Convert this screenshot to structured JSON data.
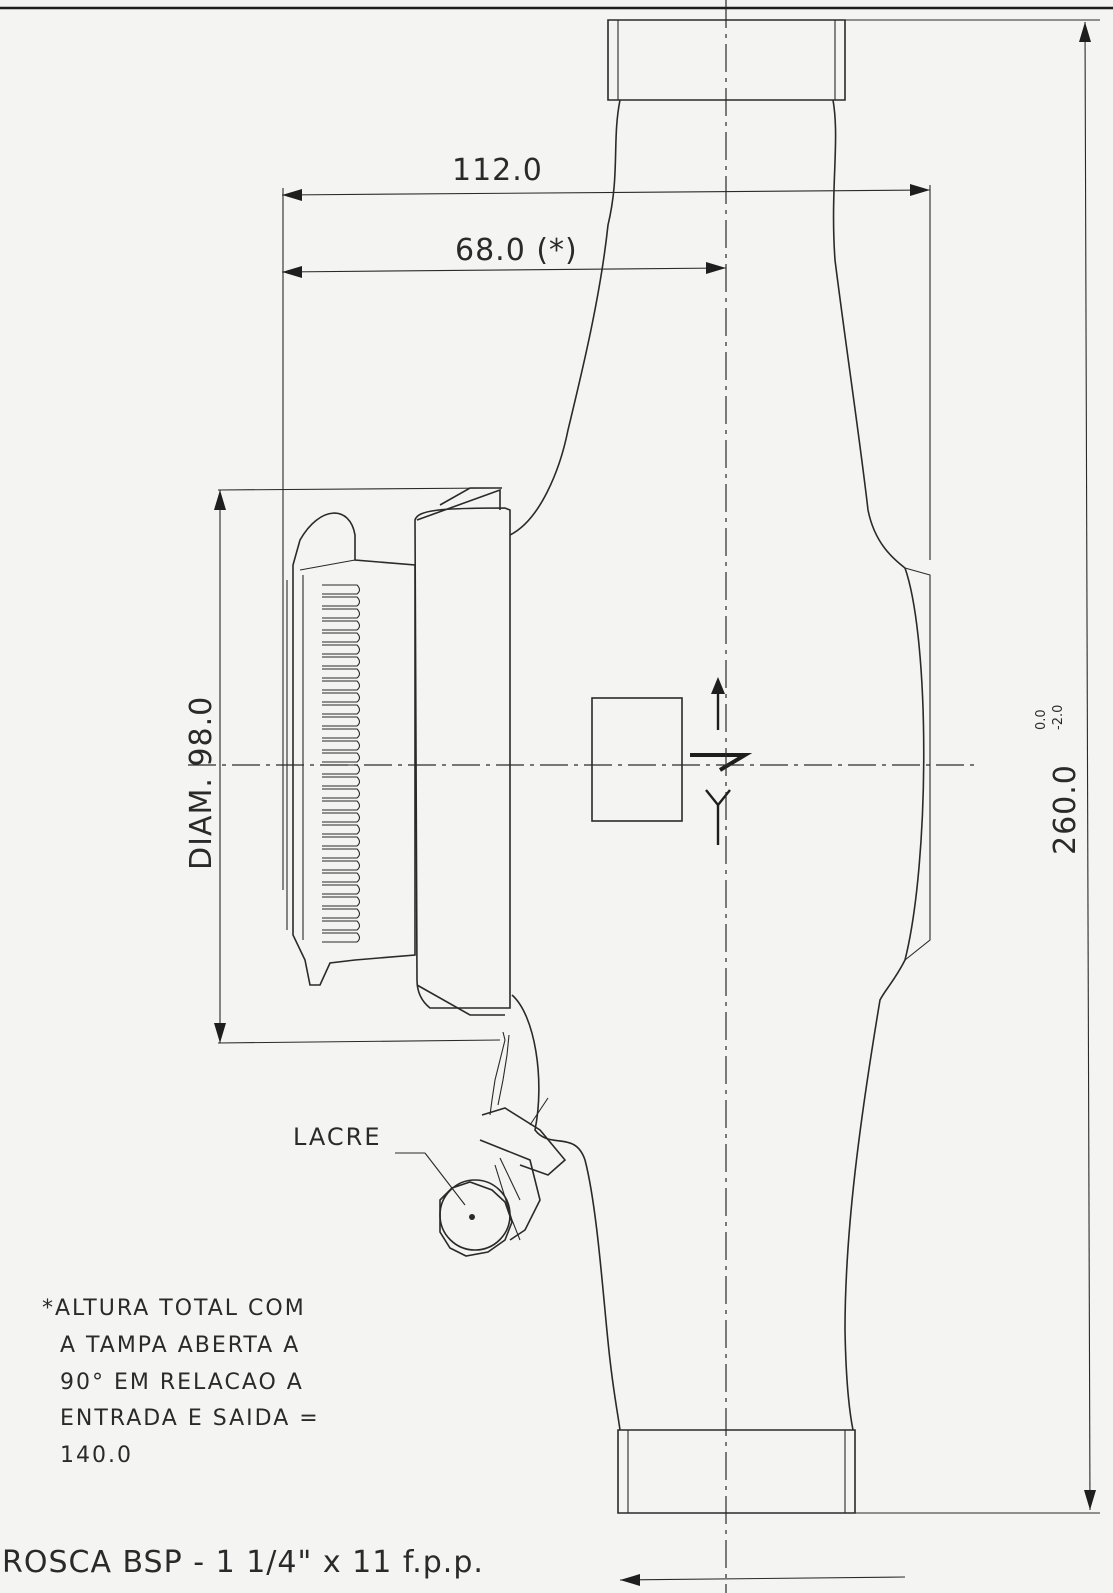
{
  "dimensions": {
    "overall_width": "112.0",
    "cover_offset": "68.0 (*)",
    "diameter": "DIAM. 98.0",
    "length": "260.0",
    "length_tol_upper": "0.0",
    "length_tol_lower": "-2.0"
  },
  "labels": {
    "seal": "LACRE"
  },
  "note": {
    "lines": [
      "*ALTURA TOTAL COM",
      "A TAMPA ABERTA A",
      "90° EM RELACAO A",
      "ENTRADA E SAIDA =",
      "140.0"
    ]
  },
  "thread": "ROSCA BSP - 1 1/4\" x 11 f.p.p."
}
